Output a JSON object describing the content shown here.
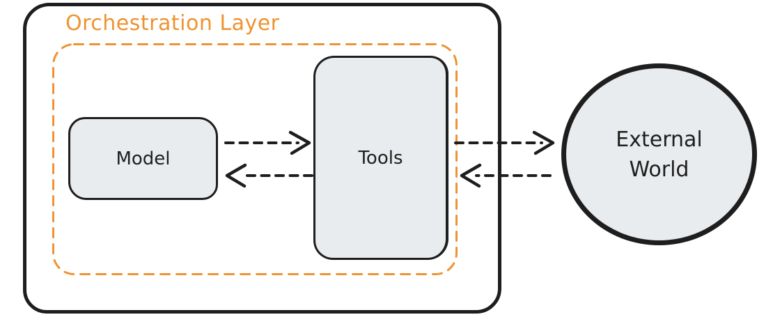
{
  "diagram": {
    "title": "Orchestration Layer",
    "nodes": {
      "model": {
        "label": "Model",
        "shape": "rounded-rectangle"
      },
      "tools": {
        "label": "Tools",
        "shape": "rounded-rectangle"
      },
      "external_world": {
        "label": "External World",
        "label_lines": [
          "External",
          "World"
        ],
        "shape": "circle"
      }
    },
    "groups": {
      "orchestration_layer": {
        "label": "Orchestration Layer",
        "style": "dashed-rounded-rectangle",
        "contains": [
          "Model",
          "Tools"
        ]
      },
      "outer_container": {
        "style": "solid-rounded-rectangle",
        "contains": [
          "Orchestration Layer"
        ]
      }
    },
    "connections": [
      {
        "from": "Model",
        "to": "Tools",
        "direction": "right",
        "style": "dashed-arrow"
      },
      {
        "from": "Tools",
        "to": "Model",
        "direction": "left",
        "style": "dashed-arrow"
      },
      {
        "from": "Tools",
        "to": "External World",
        "direction": "right",
        "style": "dashed-arrow"
      },
      {
        "from": "External World",
        "to": "Tools",
        "direction": "left",
        "style": "dashed-arrow"
      }
    ],
    "colors": {
      "accent_orange": "#ee9330",
      "stroke": "#1e1e1e",
      "node_fill": "#e9ecee",
      "background": "#ffffff"
    }
  }
}
